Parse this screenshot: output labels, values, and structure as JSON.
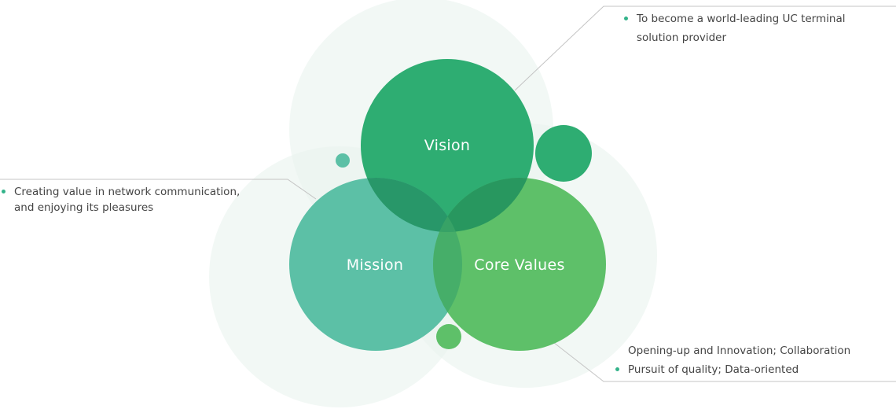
{
  "colors": {
    "vision": "#2ead72",
    "mission": "#5cc0a6",
    "core_values": "#5ec069",
    "overlap_dark": "#1e8f5e",
    "halo": "#e9f3ef",
    "bullet": "#33b38a",
    "connector": "#c4c4c4"
  },
  "circles": {
    "vision": "Vision",
    "mission": "Mission",
    "core_values": "Core Values"
  },
  "notes": {
    "vision": [
      "To become a world-leading UC terminal",
      "solution provider"
    ],
    "mission": [
      "Creating value in network communication,",
      "and enjoying its pleasures"
    ],
    "core_values": [
      "Opening-up and Innovation; Collaboration",
      "Pursuit of quality; Data-oriented"
    ]
  }
}
